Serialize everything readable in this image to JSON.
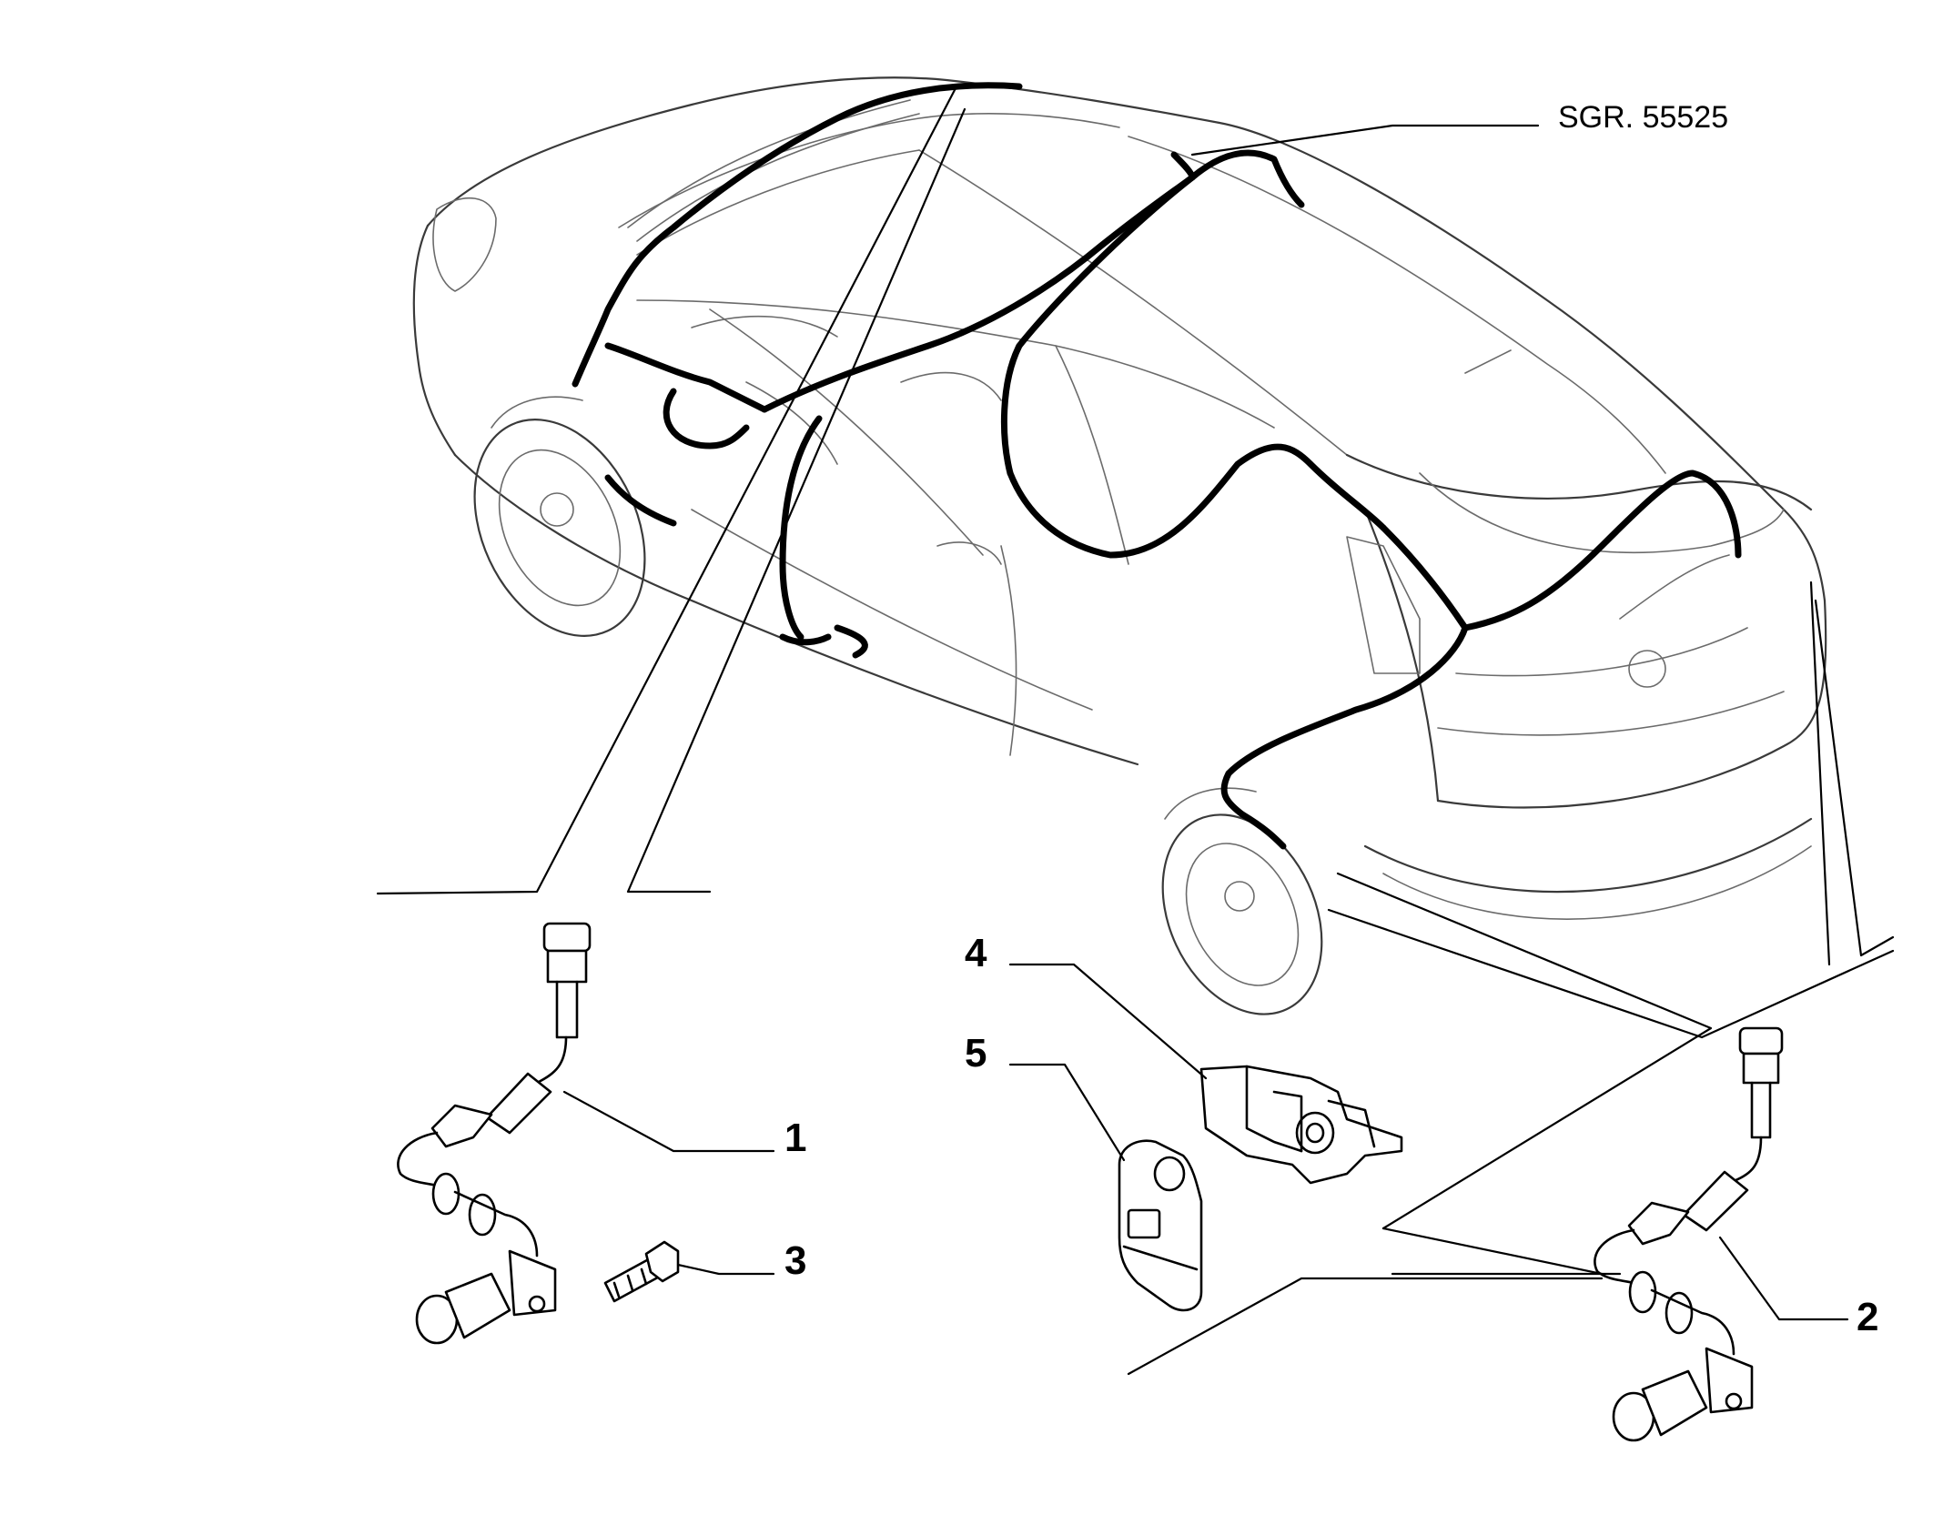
{
  "drawing_ref": "SGR. 55525",
  "callouts": [
    {
      "id": "1",
      "label": "1"
    },
    {
      "id": "2",
      "label": "2"
    },
    {
      "id": "3",
      "label": "3"
    },
    {
      "id": "4",
      "label": "4"
    },
    {
      "id": "5",
      "label": "5"
    }
  ],
  "colors": {
    "line": "#000000",
    "outline": "#6b6b6b",
    "background": "#ffffff"
  }
}
